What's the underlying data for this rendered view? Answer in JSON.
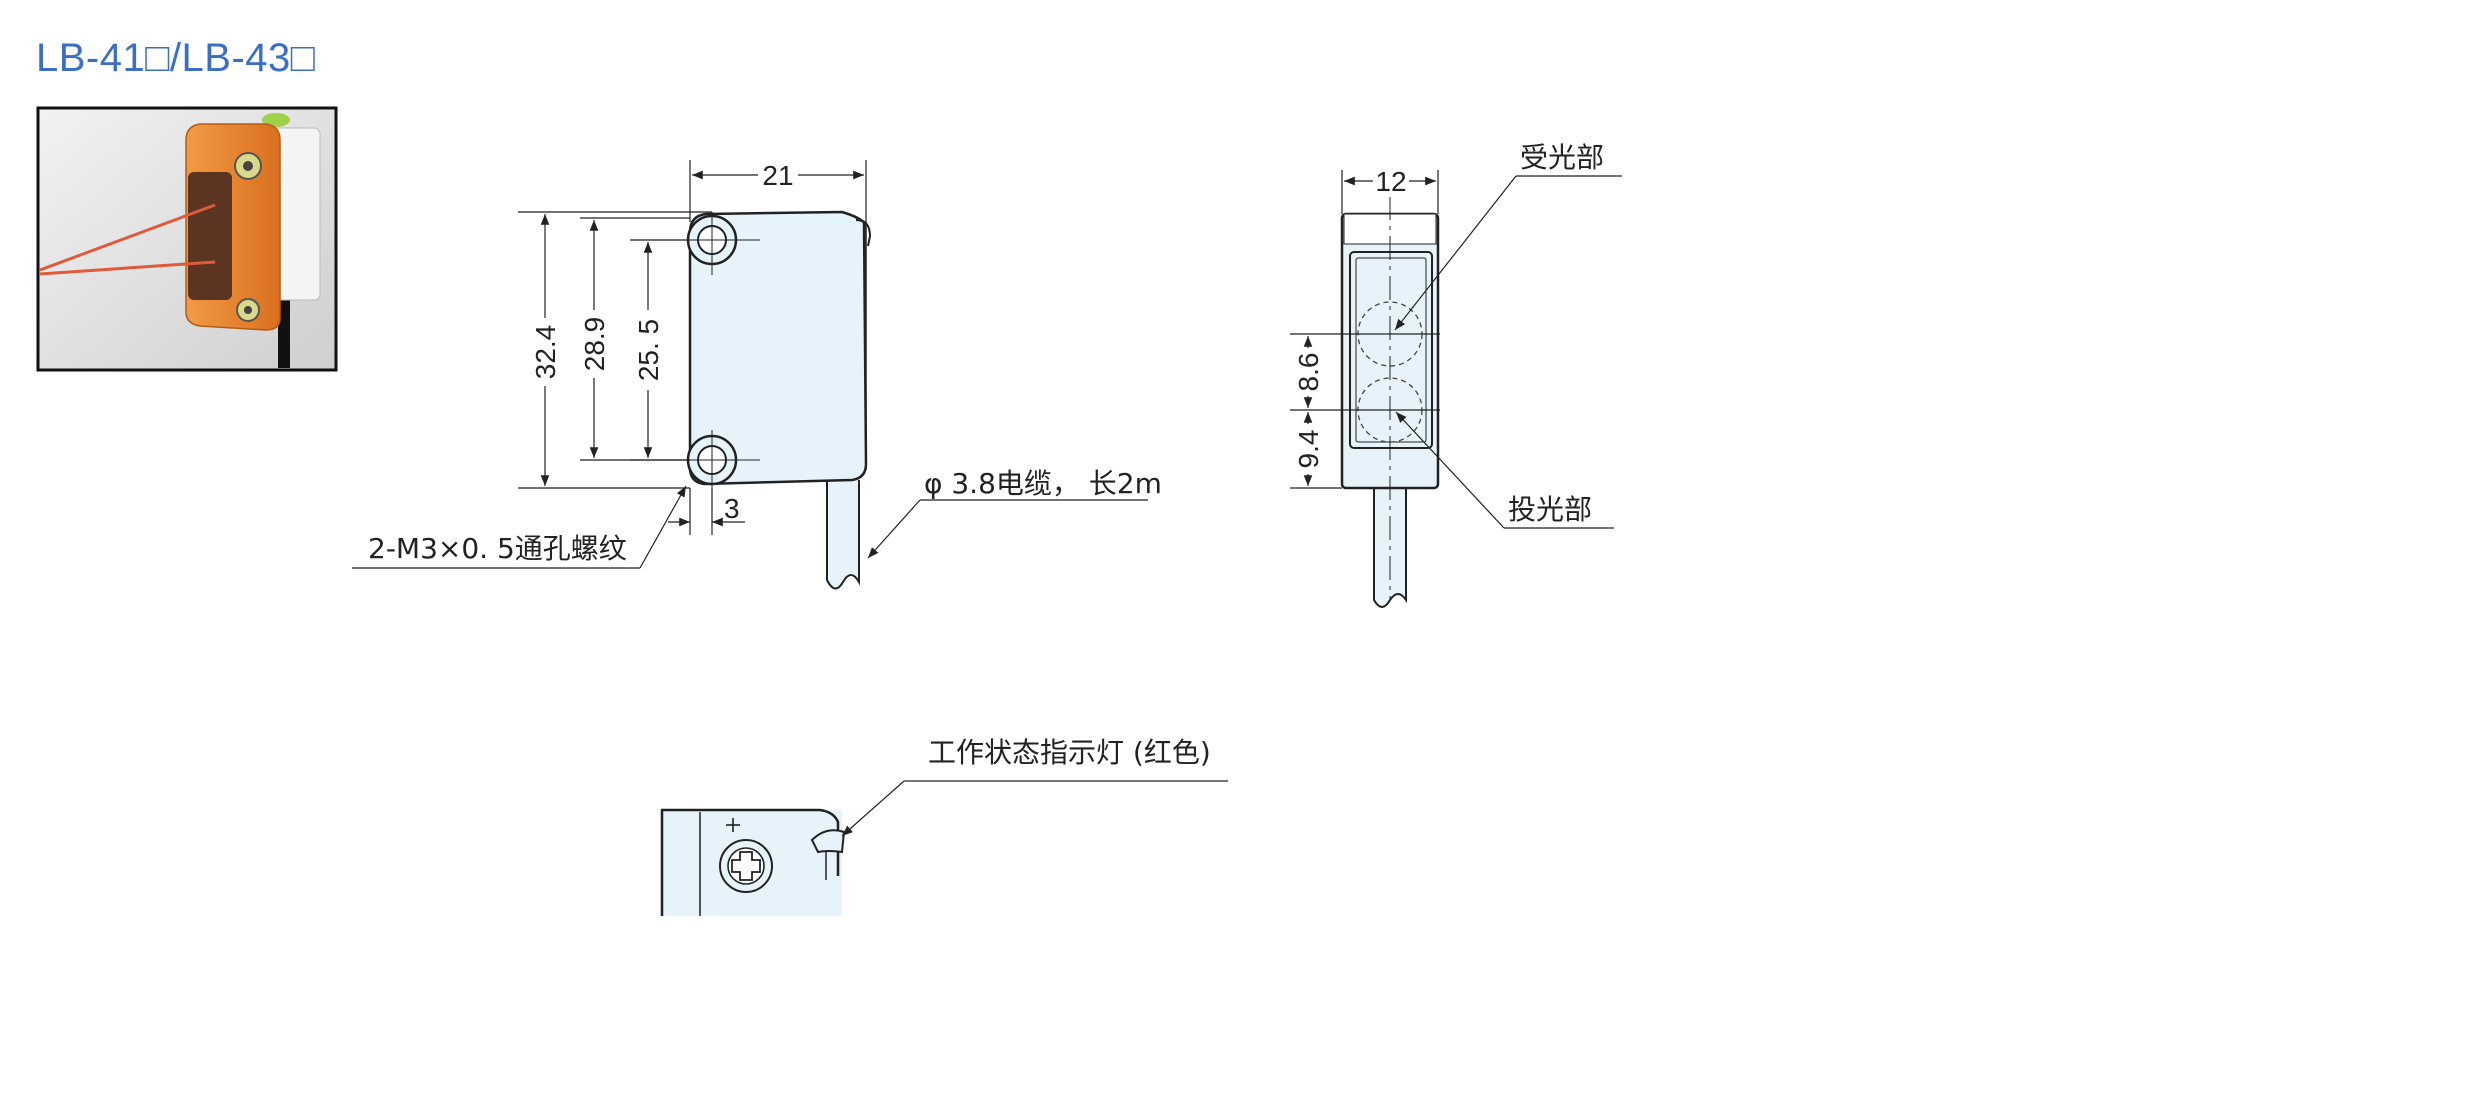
{
  "title": "LB-41□/LB-43□",
  "colors": {
    "title": "#3a6fc4",
    "body_fill": "#e6f3fb",
    "line": "#222222",
    "sensor_orange": "#e8822a",
    "beam": "#e05a3a"
  },
  "front_view": {
    "width_label": "21",
    "height_outer_label": "32.4",
    "height_mid_label": "28.9",
    "hole_pitch_label": "25. 5",
    "hole_offset_label": "3",
    "hole_note": "2-M3×0. 5通孔螺纹",
    "cable_note": "φ 3.8电缆， 长2m"
  },
  "side_view": {
    "width_label": "12",
    "receiver_note": "受光部",
    "emitter_note": "投光部",
    "dim_upper_label": "8.6",
    "dim_lower_label": "9.4"
  },
  "detail_view": {
    "indicator_note": "工作状态指示灯 (红色)"
  },
  "photo": {
    "icon": "sensor-photo"
  }
}
